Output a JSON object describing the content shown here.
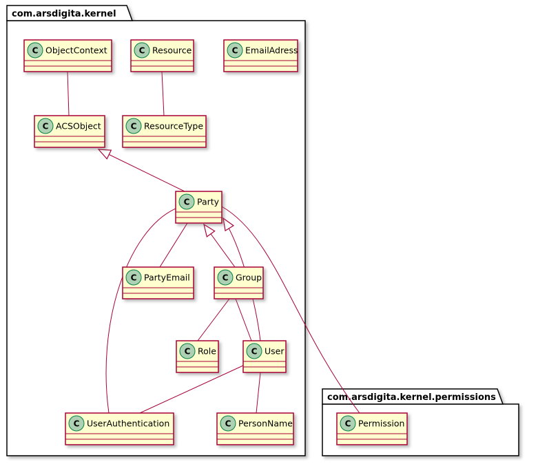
{
  "diagram": {
    "type": "uml-class-diagram",
    "spot": "C",
    "packages": [
      {
        "name": "com.arsdigita.kernel"
      },
      {
        "name": "com.arsdigita.kernel.permissions"
      }
    ],
    "classes": [
      {
        "name": "ObjectContext",
        "package": "com.arsdigita.kernel"
      },
      {
        "name": "Resource",
        "package": "com.arsdigita.kernel"
      },
      {
        "name": "EmailAdress",
        "package": "com.arsdigita.kernel"
      },
      {
        "name": "ACSObject",
        "package": "com.arsdigita.kernel"
      },
      {
        "name": "ResourceType",
        "package": "com.arsdigita.kernel"
      },
      {
        "name": "Party",
        "package": "com.arsdigita.kernel"
      },
      {
        "name": "PartyEmail",
        "package": "com.arsdigita.kernel"
      },
      {
        "name": "Group",
        "package": "com.arsdigita.kernel"
      },
      {
        "name": "Role",
        "package": "com.arsdigita.kernel"
      },
      {
        "name": "User",
        "package": "com.arsdigita.kernel"
      },
      {
        "name": "UserAuthentication",
        "package": "com.arsdigita.kernel"
      },
      {
        "name": "PersonName",
        "package": "com.arsdigita.kernel"
      },
      {
        "name": "Permission",
        "package": "com.arsdigita.kernel.permissions"
      }
    ],
    "relations": [
      {
        "from": "ObjectContext",
        "to": "ACSObject",
        "type": "association"
      },
      {
        "from": "Resource",
        "to": "ResourceType",
        "type": "association"
      },
      {
        "from": "Party",
        "to": "ACSObject",
        "type": "inheritance"
      },
      {
        "from": "PartyEmail",
        "to": "Party",
        "type": "association"
      },
      {
        "from": "Group",
        "to": "Party",
        "type": "inheritance"
      },
      {
        "from": "User",
        "to": "Party",
        "type": "inheritance"
      },
      {
        "from": "Role",
        "to": "Group",
        "type": "association"
      },
      {
        "from": "User",
        "to": "Group",
        "type": "association"
      },
      {
        "from": "PersonName",
        "to": "User",
        "type": "association"
      },
      {
        "from": "UserAuthentication",
        "to": "User",
        "type": "association"
      },
      {
        "from": "UserAuthentication",
        "to": "Party",
        "type": "association"
      },
      {
        "from": "Permission",
        "to": "Party",
        "type": "association"
      }
    ],
    "colors": {
      "class_fill": "#FEFECE",
      "class_border": "#A80036",
      "edge": "#A80036",
      "spot_fill": "#ADD1B2",
      "spot_border": "#038048",
      "package_border": "#000000",
      "background": "#FFFFFF"
    }
  }
}
